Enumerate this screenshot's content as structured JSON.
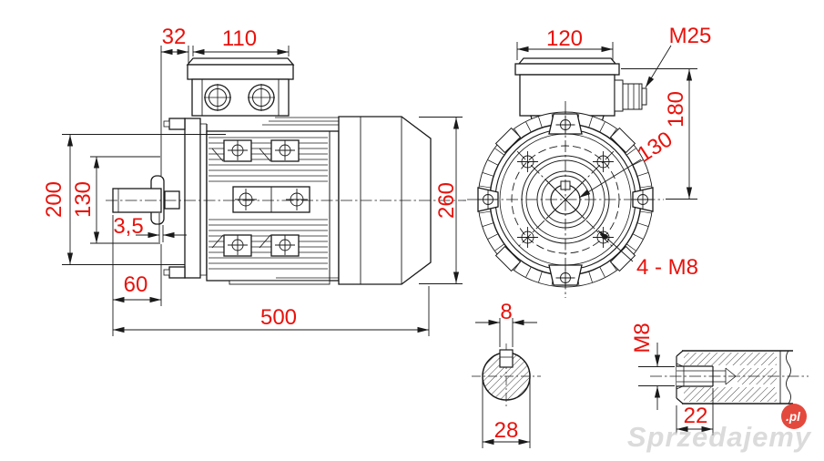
{
  "title": "Electric motor dimensional drawing",
  "colors": {
    "dimension_text": "#e8120c",
    "line": "#1a1a1a",
    "watermark_badge": "#e23b2e",
    "watermark_text": "#bfbfbf"
  },
  "side_view": {
    "dims": {
      "box_offset": "32",
      "box_width": "110",
      "flange_diameter": "200",
      "spigot_diameter": "130",
      "shoulder_gap": "3,5",
      "shaft_length": "60",
      "total_length": "500",
      "housing_diameter": "260"
    }
  },
  "front_view": {
    "dims": {
      "box_width": "120",
      "cable_gland": "M25",
      "center_to_top": "180",
      "bolt_circle": "130",
      "mounting_holes": "4 - M8"
    }
  },
  "shaft_section": {
    "dims": {
      "key_width": "8",
      "shaft_diameter": "28"
    }
  },
  "shaft_end": {
    "dims": {
      "thread_size": "M8",
      "thread_depth": "22"
    }
  },
  "watermark": {
    "name": "Sprzedajemy",
    "tld": ".pl"
  }
}
